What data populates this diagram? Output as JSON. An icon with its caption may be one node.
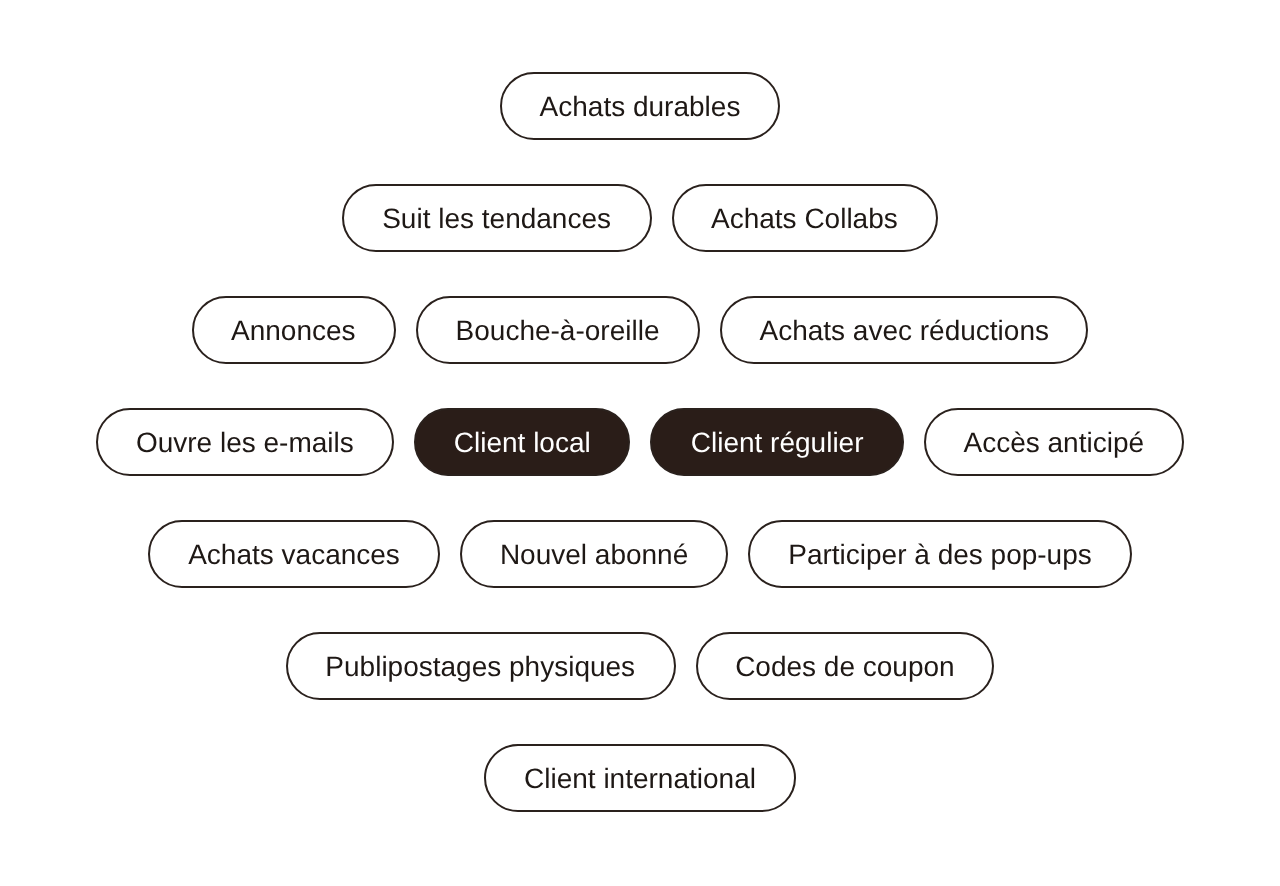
{
  "diagram": {
    "nodes": [
      {
        "text": [
          "Achats durables"
        ]
      },
      {
        "text": [
          "Suit les tendances"
        ]
      },
      {
        "text": [
          "Achats Collabs"
        ]
      },
      {
        "text": [
          "Annonces"
        ]
      },
      {
        "text": [
          "Bouche-à-oreille"
        ]
      },
      {
        "text": [
          "Achats avec réductions"
        ]
      },
      {
        "text": [
          "Ouvre les e-mails"
        ]
      },
      {
        "text": [
          "Client local"
        ]
      },
      {
        "text": [
          "Client régulier"
        ]
      },
      {
        "text": [
          "Accès anticipé"
        ]
      },
      {
        "text": [
          "Achats vacances"
        ]
      },
      {
        "text": [
          "Nouvel abonné"
        ]
      },
      {
        "text": [
          "Participer à des pop-ups"
        ]
      },
      {
        "text": [
          "Publipostages physiques"
        ]
      },
      {
        "text": [
          "Codes de coupon"
        ]
      },
      {
        "text": [
          "Client international"
        ]
      }
    ]
  }
}
